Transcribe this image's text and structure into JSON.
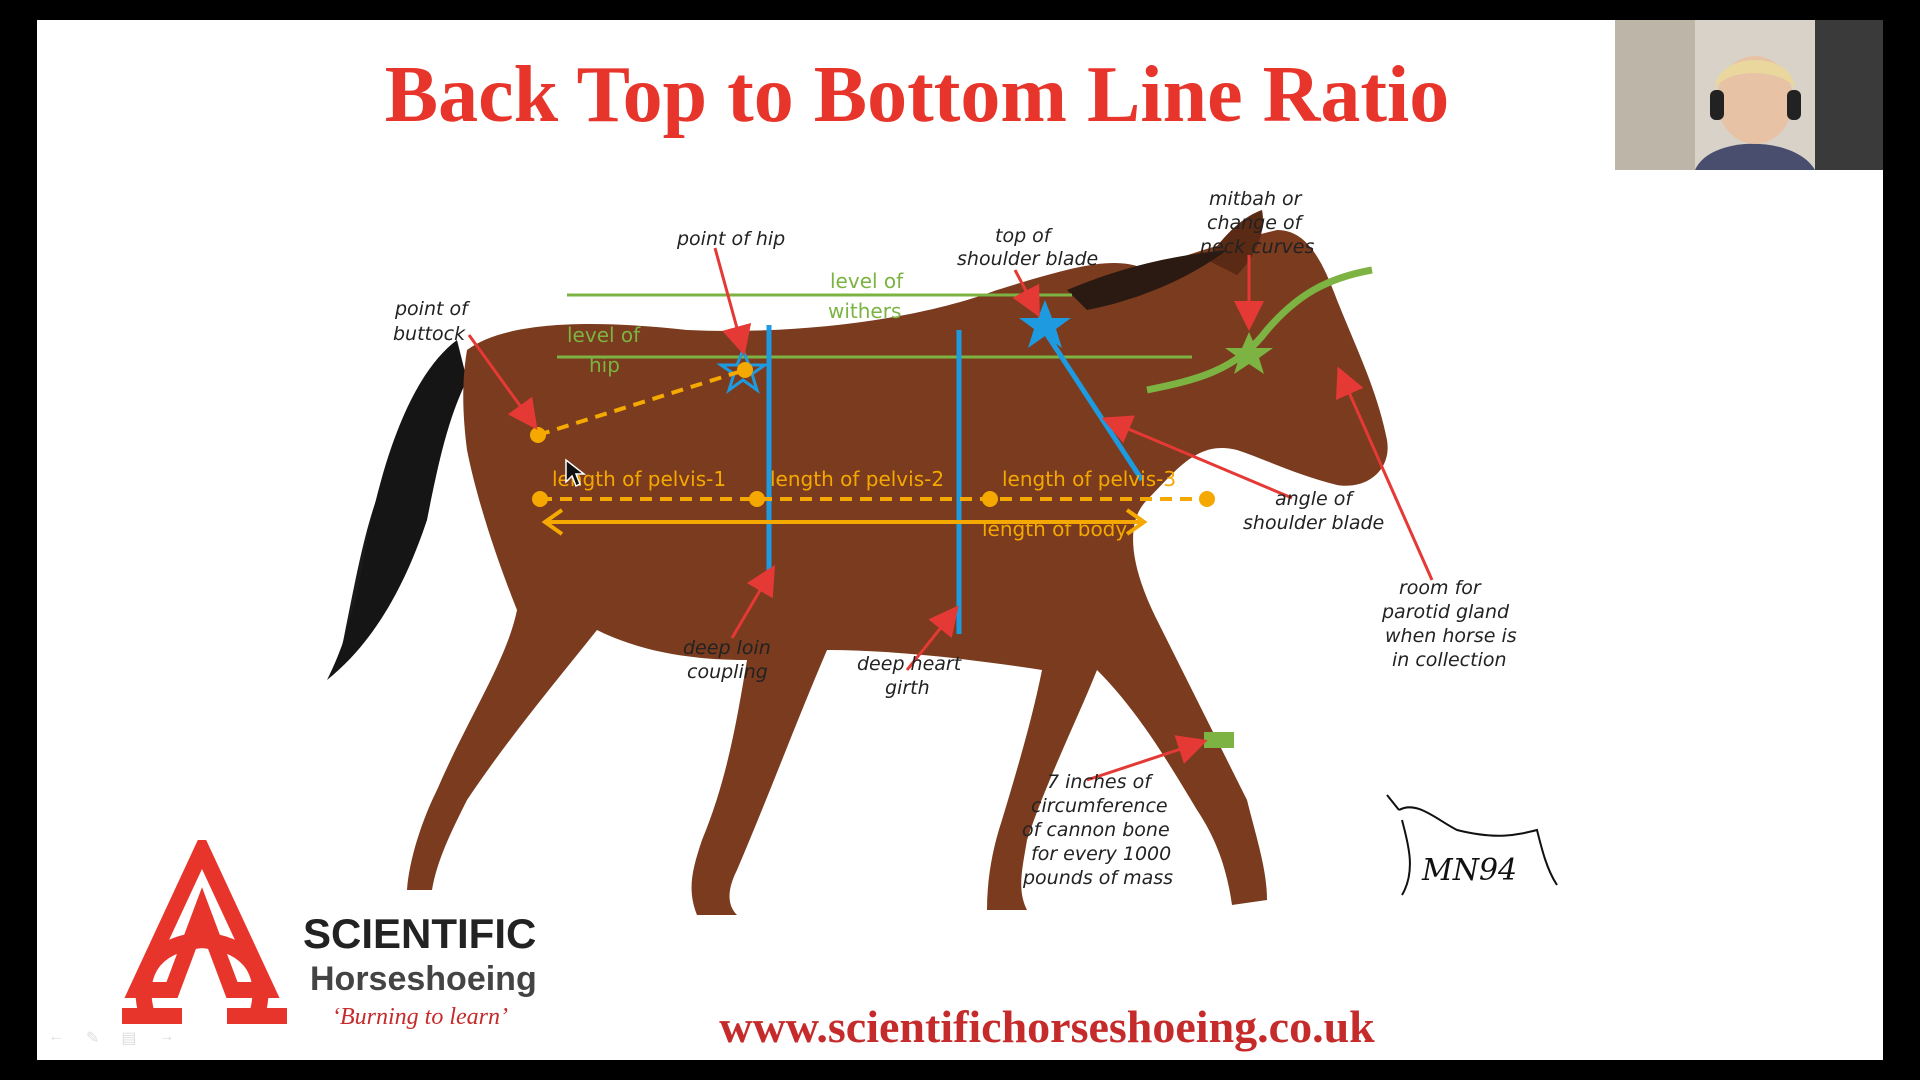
{
  "slide": {
    "title": "Back Top to Bottom Line Ratio",
    "url": "www.scientifichorseshoeing.co.uk"
  },
  "diagram": {
    "labels": {
      "point_of_hip": "point of hip",
      "top_of_shoulder_blade_1": "top of",
      "top_of_shoulder_blade_2": "shoulder blade",
      "mitbah_1": "mitbah or",
      "mitbah_2": "change of",
      "mitbah_3": "neck curves",
      "point_of_buttock_1": "point of",
      "point_of_buttock_2": "buttock",
      "level_of_withers_1": "level of",
      "level_of_withers_2": "withers",
      "level_of_hip_1": "level of",
      "level_of_hip_2": "hip",
      "length_pelvis_1": "length of pelvis-1",
      "length_pelvis_2": "length of pelvis-2",
      "length_pelvis_3": "length of pelvis-3",
      "length_of_body": "length of body",
      "angle_shoulder_1": "angle of",
      "angle_shoulder_2": "shoulder blade",
      "parotid_1": "room for",
      "parotid_2": "parotid gland",
      "parotid_3": "when horse is",
      "parotid_4": "in collection",
      "deep_loin_1": "deep loin",
      "deep_loin_2": "coupling",
      "deep_heart_1": "deep heart",
      "deep_heart_2": "girth",
      "cannon_1": "7 inches of",
      "cannon_2": "circumference",
      "cannon_3": "of cannon bone",
      "cannon_4": "for every 1000",
      "cannon_5": "pounds of mass",
      "signature": "MN94"
    },
    "colors": {
      "green": "#7cb342",
      "blue": "#1e9be0",
      "orange": "#f5a800",
      "red_arrow": "#e53935",
      "horse": "#7a3b1e"
    }
  },
  "logo": {
    "brand_line1": "SCIENTIFIC",
    "brand_line2": "Horseshoeing",
    "tagline": "‘Burning to learn’"
  },
  "controls": {
    "prev": "←",
    "pen": "✎",
    "menu": "▤",
    "next": "→"
  }
}
